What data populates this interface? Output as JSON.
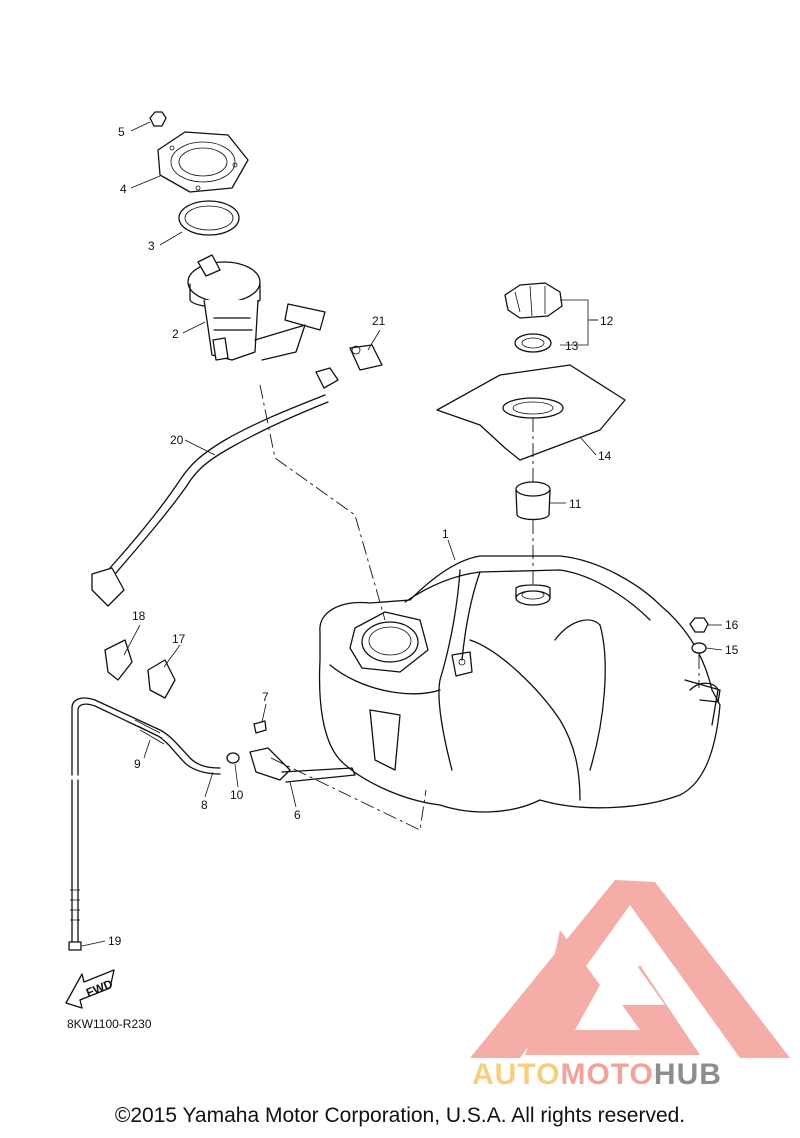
{
  "callouts": [
    "1",
    "2",
    "3",
    "4",
    "5",
    "6",
    "7",
    "8",
    "9",
    "10",
    "11",
    "12",
    "13",
    "14",
    "15",
    "16",
    "17",
    "18",
    "19",
    "20",
    "21"
  ],
  "fwd_label": "FWD",
  "diagram_code": "8KW1100-R230",
  "copyright": "©2015 Yamaha Motor Corporation, U.S.A. All rights reserved.",
  "brand": {
    "part1": "AUTO",
    "part2": "MOTO",
    "part3": "HUB",
    "colors": {
      "auto": "#f6cf7d",
      "moto": "#f1a39a",
      "hub": "#8d8d8d",
      "logo": "#f2928a"
    }
  }
}
